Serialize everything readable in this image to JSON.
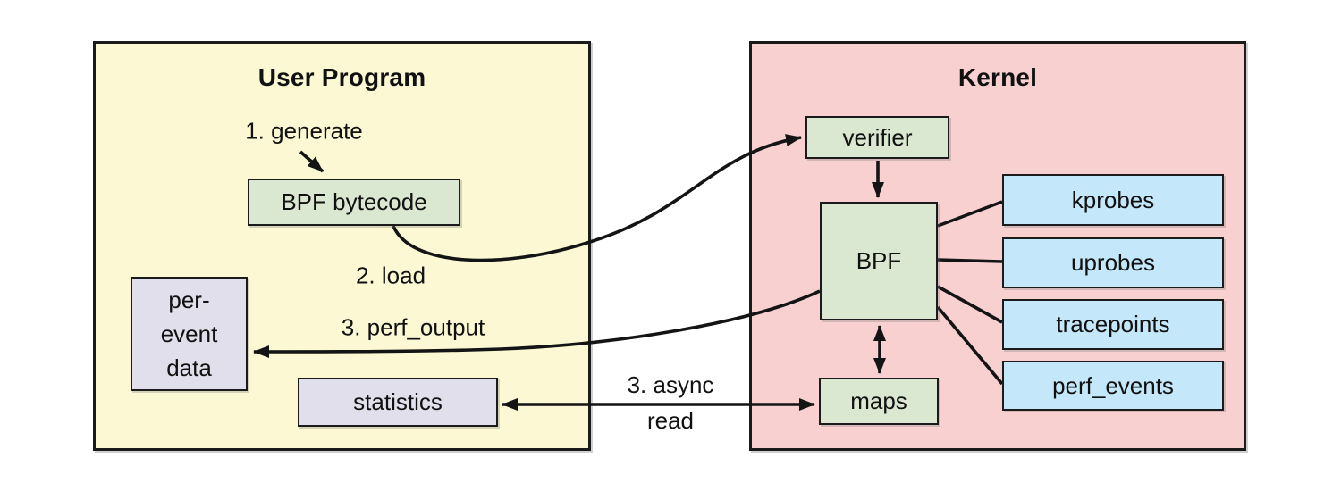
{
  "panels": {
    "user_program": {
      "title": "User Program"
    },
    "kernel": {
      "title": "Kernel"
    }
  },
  "nodes": {
    "bpf_bytecode": {
      "label": "BPF bytecode"
    },
    "per_event_data": {
      "line1": "per-",
      "line2": "event",
      "line3": "data"
    },
    "statistics": {
      "label": "statistics"
    },
    "verifier": {
      "label": "verifier"
    },
    "bpf": {
      "label": "BPF"
    },
    "maps": {
      "label": "maps"
    },
    "kprobes": {
      "label": "kprobes"
    },
    "uprobes": {
      "label": "uprobes"
    },
    "tracepoints": {
      "label": "tracepoints"
    },
    "perf_events": {
      "label": "perf_events"
    }
  },
  "annotations": {
    "generate": "1. generate",
    "load": "2. load",
    "perf_output": "3. perf_output",
    "async_line1": "3. async",
    "async_line2": "read"
  },
  "colors": {
    "panel-user": "#FBF8D3",
    "panel-kernel": "#F9D0D0",
    "node-green": "#DBE8D1",
    "node-blue": "#C4E8FA",
    "node-purple": "#E2DFEC",
    "line": "#141414"
  }
}
